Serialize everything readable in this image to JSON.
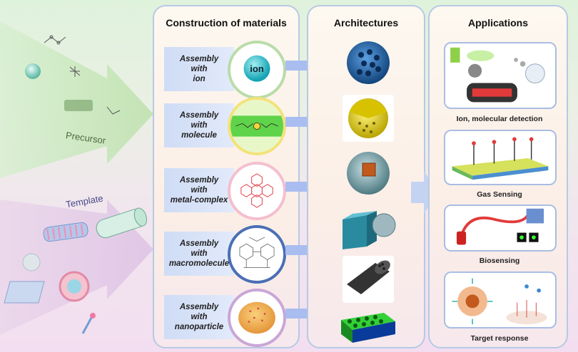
{
  "left": {
    "precursor_label": "Precursor",
    "template_label": "Template"
  },
  "construction": {
    "title": "Construction of materials",
    "items": [
      {
        "label": "Assembly\nwith\nion",
        "circle_text": "ion",
        "ring_color": "#b9dca8"
      },
      {
        "label": "Assembly\nwith\nmolecule",
        "ring_color": "#f3e27a"
      },
      {
        "label": "Assembly\nwith\nmetal-complex",
        "ring_color": "#f4bfcf"
      },
      {
        "label": "Assembly\nwith\nmacromolecule",
        "ring_color": "#4a6fb5"
      },
      {
        "label": "Assembly\nwith\nnanoparticle",
        "ring_color": "#c9a6d8"
      }
    ]
  },
  "architectures": {
    "title": "Architectures"
  },
  "applications": {
    "title": "Applications",
    "items": [
      {
        "label": "Ion, molecular detection"
      },
      {
        "label": "Gas Sensing"
      },
      {
        "label": "Biosensing"
      },
      {
        "label": "Target  response"
      }
    ]
  },
  "colors": {
    "panel_border": "#b7c9e4",
    "arrow": "#a9bdf0",
    "label_bg": "#cfdcf5"
  }
}
